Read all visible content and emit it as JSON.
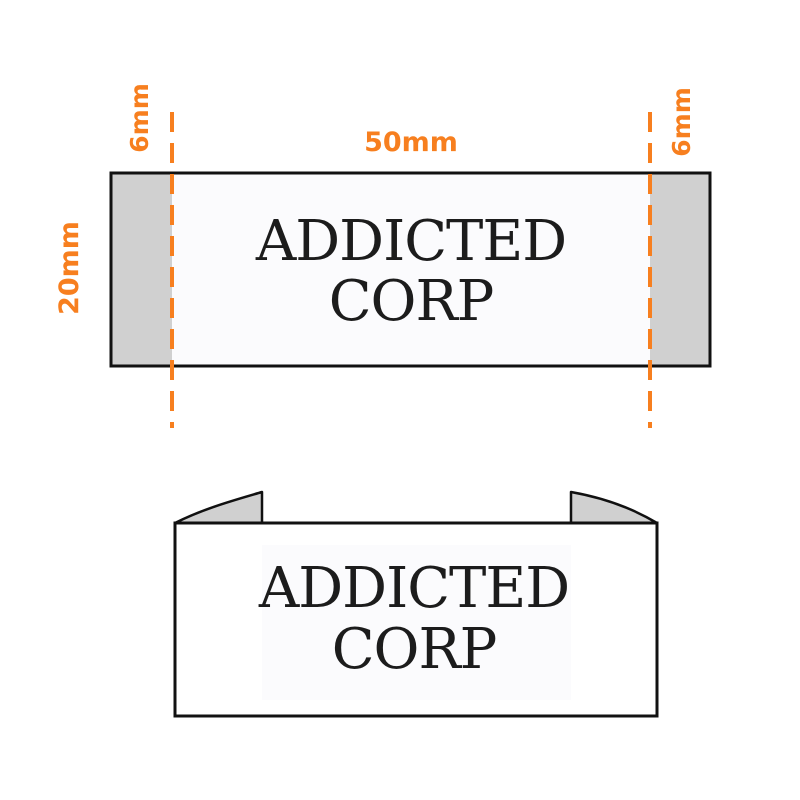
{
  "colors": {
    "accent": "#f77f1f",
    "tab_fill": "#d0d0d0",
    "outline": "#111111",
    "label_bg": "#fbfbfd",
    "text": "#1c1c1c"
  },
  "dimensions": {
    "left_tab": "6mm",
    "width": "50mm",
    "right_tab": "6mm",
    "height": "20mm"
  },
  "flat_label": {
    "line1": "ADDICTED",
    "line2": "CORP"
  },
  "folded_label": {
    "line1": "ADDICTED",
    "line2": "CORP"
  }
}
